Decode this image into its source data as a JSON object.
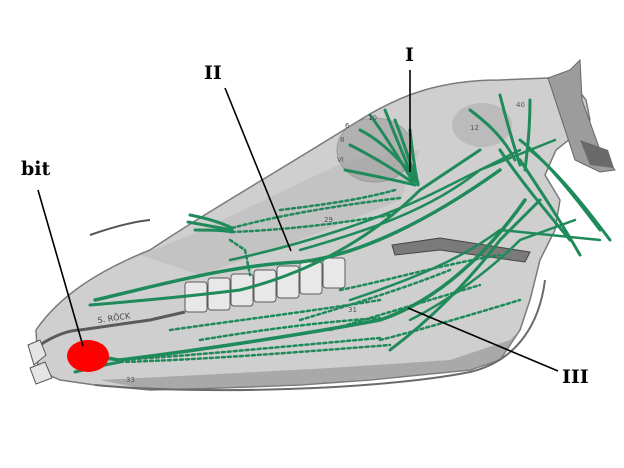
{
  "labels": {
    "bit": "bit",
    "nerve_I": "I",
    "nerve_II": "II",
    "nerve_III": "III"
  },
  "small_numbers": {
    "n29": "29",
    "n31": "31",
    "n33": "33",
    "n10": "10",
    "n40": "40",
    "n12": "12",
    "n8": "8",
    "n6": "6",
    "vi": "VI"
  },
  "signature": "S. RÖCK",
  "colors": {
    "nerve": "#1f8a5a",
    "bit": "#ff0000",
    "skull_fill": "#c9c9c9",
    "skull_dark": "#6e6e6e",
    "line": "#000000"
  }
}
